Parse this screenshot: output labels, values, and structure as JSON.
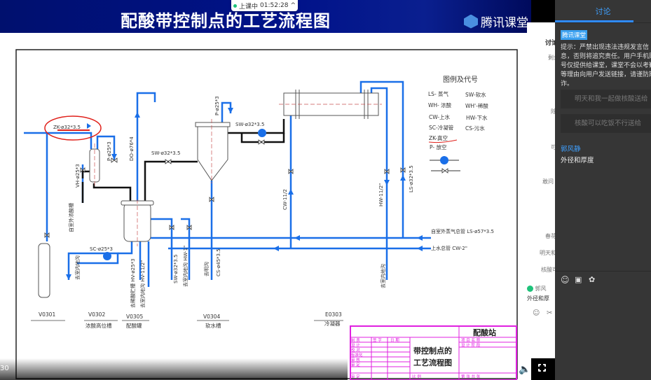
{
  "slide": {
    "title": "配酸带控制点的工艺流程图",
    "brand": "腾讯课堂"
  },
  "class_status": {
    "label": "上课中",
    "time": "01:52:28",
    "chevron": "^"
  },
  "player": {
    "elapsed": "30",
    "volume_icon": "speaker-icon",
    "fullscreen_icon": "fullscreen-icon"
  },
  "drawing": {
    "annotation": "ZK-ø32*3.5",
    "labels": {
      "vh": "VH-ø25*3",
      "vh_src": "自室外浓酸槽",
      "p1": "P-ø25*3",
      "do": "DO-ø76*4",
      "sw1": "SW-ø32*3.5",
      "p2": "P-ø25*3",
      "sw2": "SW-ø32*3.5",
      "sc": "SC-ø25*3",
      "to_trench1": "去室内地沟",
      "to_tank": "去稀酸贮槽 HV-ø25*3",
      "to_trench2": "去室内地沟 HV-11/2\"",
      "sw3": "SW-ø32*3.5",
      "hw1": "去室内地沟 HW-1\"",
      "to_open": "去明沟",
      "cs": "CS-ø45*3.5",
      "cw": "CW-11/2",
      "hw2": "HW-11/2\"",
      "ls": "LS-ø32*3.5",
      "ls_main": "自室外蒸气总管 LS-ø57*3.5",
      "cw_main": "上水总管 CW-2\"",
      "to_trench3": "去室内地沟"
    },
    "equipment": [
      {
        "code": "V0301",
        "name": ""
      },
      {
        "code": "V0302",
        "name": "浓酸高位槽"
      },
      {
        "code": "V0305",
        "name": "配酸罐"
      },
      {
        "code": "V0304",
        "name": "软水槽"
      },
      {
        "code": "E0303",
        "name": "冷凝器"
      }
    ],
    "legend": {
      "title": "图例及代号",
      "col1": [
        "LS- 蒸气",
        "WH- 浓酸",
        "CW-上水",
        "SC-冷凝管",
        "ZK-真空",
        "P-  放空"
      ],
      "col2": [
        "SW-软水",
        "WH'-稀酸",
        "HW-下水",
        "CS-污水"
      ]
    },
    "title_block": {
      "station": "配酸站",
      "drawing_name_1": "带控制点的",
      "drawing_name_2": "工艺流程图",
      "rows": [
        "制 表",
        "设 计",
        "校 对",
        "标准化",
        "审 核",
        "审 定",
        "审 定"
      ],
      "cols": [
        "签 字",
        "日 期"
      ],
      "project": "项 目 名 称",
      "phase": "设 计 阶 段",
      "scale": "比 例",
      "sheet": "第    张 共    张"
    },
    "colors": {
      "pipe": "#1a6fe8",
      "process": "#111111",
      "annotation": "#e0201a",
      "title_block": "#e020e0"
    }
  },
  "background_panel": {
    "items": [
      "讨论",
      "剩余",
      "除",
      "可",
      "敢问",
      "春花",
      "明天和",
      "核酸可",
      "郭风",
      "外径和厚",
      "☺",
      "✂"
    ]
  },
  "chat": {
    "tab": "讨论",
    "badge": "腾讯课堂",
    "notice": "提示：严禁出现违法违规发言信息，否则将追究责任。用户手机账号仅提供给课堂，课堂不会以考勤等理由向用户发送链接，请谨防欺诈。",
    "messages_faded": [
      "明天和我一起做核酸送给",
      "核酸可以吃饭不行送给"
    ],
    "sender": "郭风静",
    "message": "外径和厚度",
    "tools": [
      "emoji-icon",
      "image-icon",
      "flower-icon"
    ]
  }
}
